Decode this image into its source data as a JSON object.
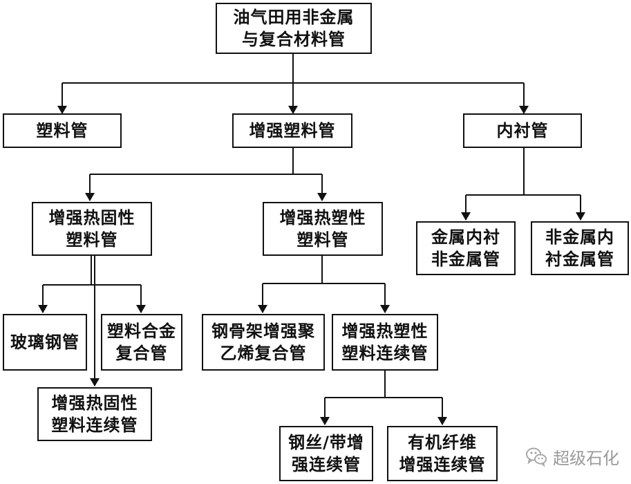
{
  "diagram": {
    "nodes": {
      "root": "油气田用非金属\n与复合材料管",
      "plastic": "塑料管",
      "reinforced": "增强塑料管",
      "lined": "内衬管",
      "thermoset": "增强热固性\n塑料管",
      "thermoplastic": "增强热塑性\n塑料管",
      "metal_lined": "金属内衬\n非金属管",
      "nonmetal_lined": "非金属内\n衬金属管",
      "grp": "玻璃钢管",
      "plastic_alloy": "塑料合金\n复合管",
      "steel_skeleton": "钢骨架增强聚\n乙烯复合管",
      "thermoplastic_continuous": "增强热塑性\n塑料连续管",
      "thermoset_continuous": "增强热固性\n塑料连续管",
      "steel_wire": "钢丝/带增\n强连续管",
      "organic_fiber": "有机纤维\n增强连续管"
    }
  },
  "watermark": {
    "text": "超级石化",
    "icon": "wechat-icon"
  }
}
